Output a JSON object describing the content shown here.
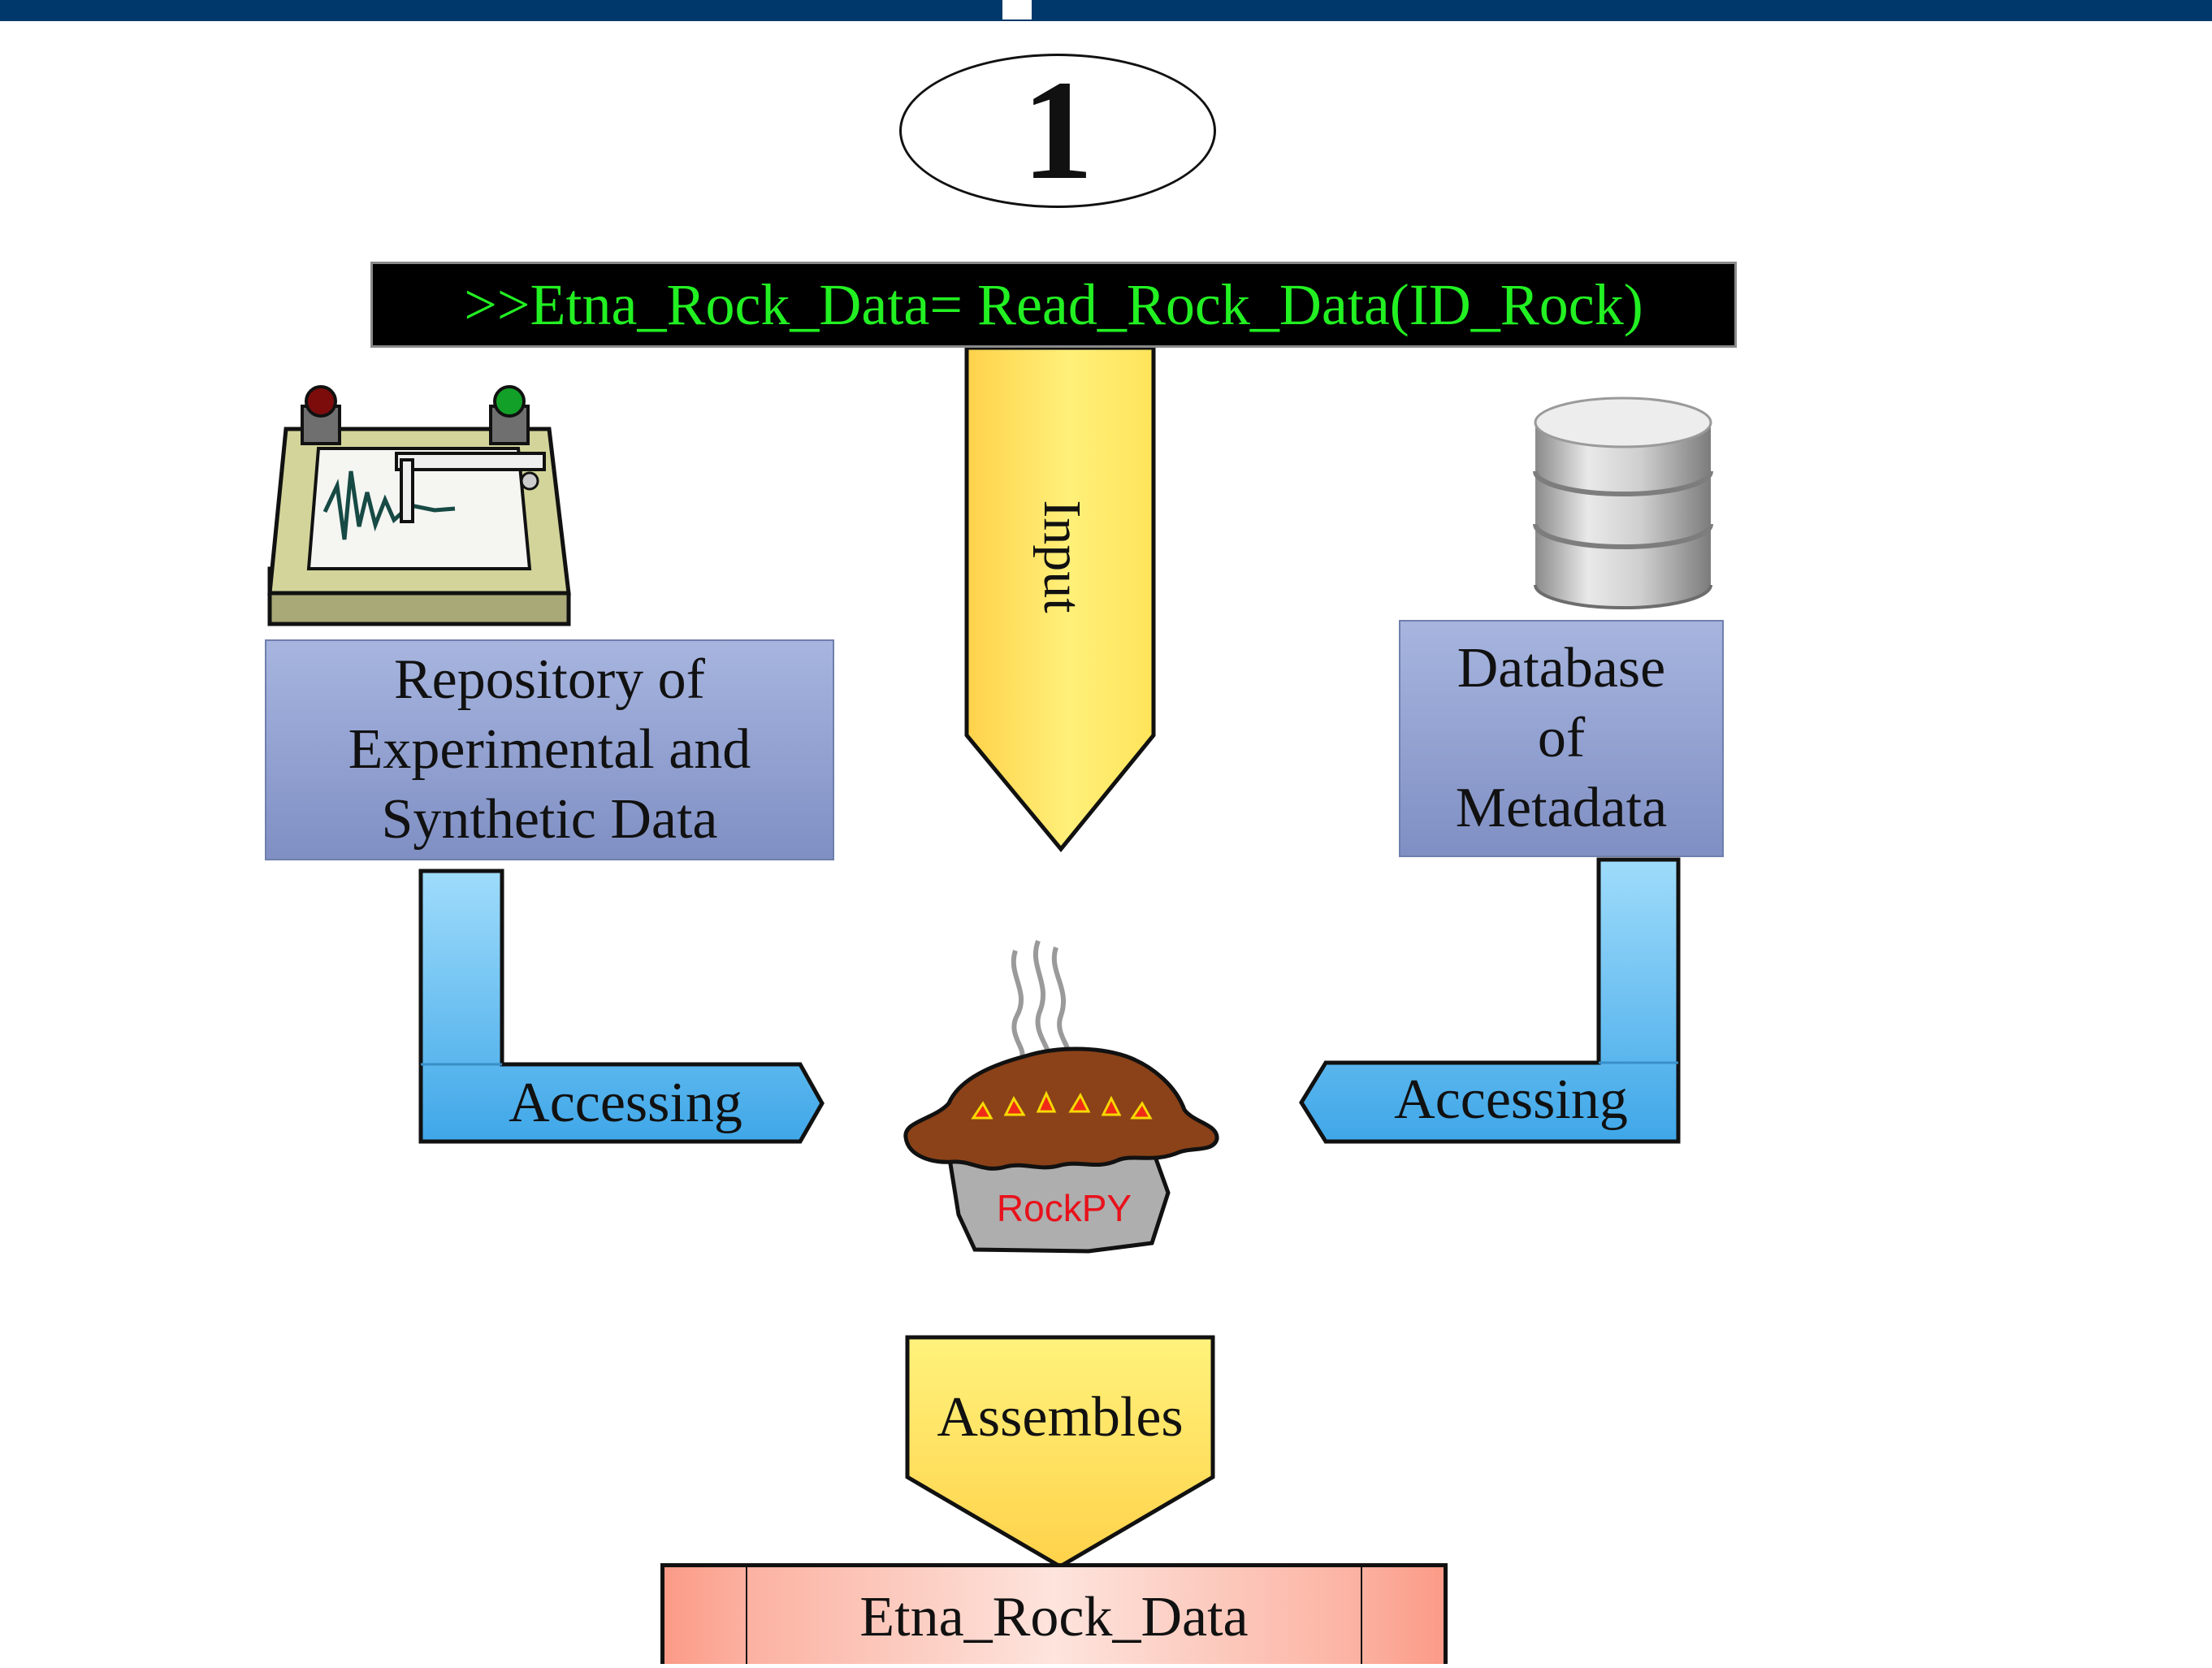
{
  "step_number": "1",
  "command": ">>Etna_Rock_Data= Read_Rock_Data(ID_Rock)",
  "input_arrow_label": "Input",
  "repository_label": "Repository of\nExperimental and\nSynthetic Data",
  "database_label": "Database\nof\nMetadata",
  "accessing_left_label": "Accessing",
  "accessing_right_label": "Accessing",
  "rockpy_label": "RockPY",
  "assembles_label": "Assembles",
  "result_label": "Etna_Rock_Data",
  "icons": {
    "seismograph": "seismograph-icon",
    "database": "database-icon",
    "pie": "rockpy-pie-icon"
  },
  "colors": {
    "top_bar": "#00386b",
    "command_text": "#22f022",
    "command_bg": "#000000",
    "yellow_arrow": "#ffe868",
    "blue_arrow": "#5cbbf0",
    "box_fill": "#94a3d2",
    "result_fill": "#fbb3a3",
    "rockpy_text": "#e8111b"
  }
}
